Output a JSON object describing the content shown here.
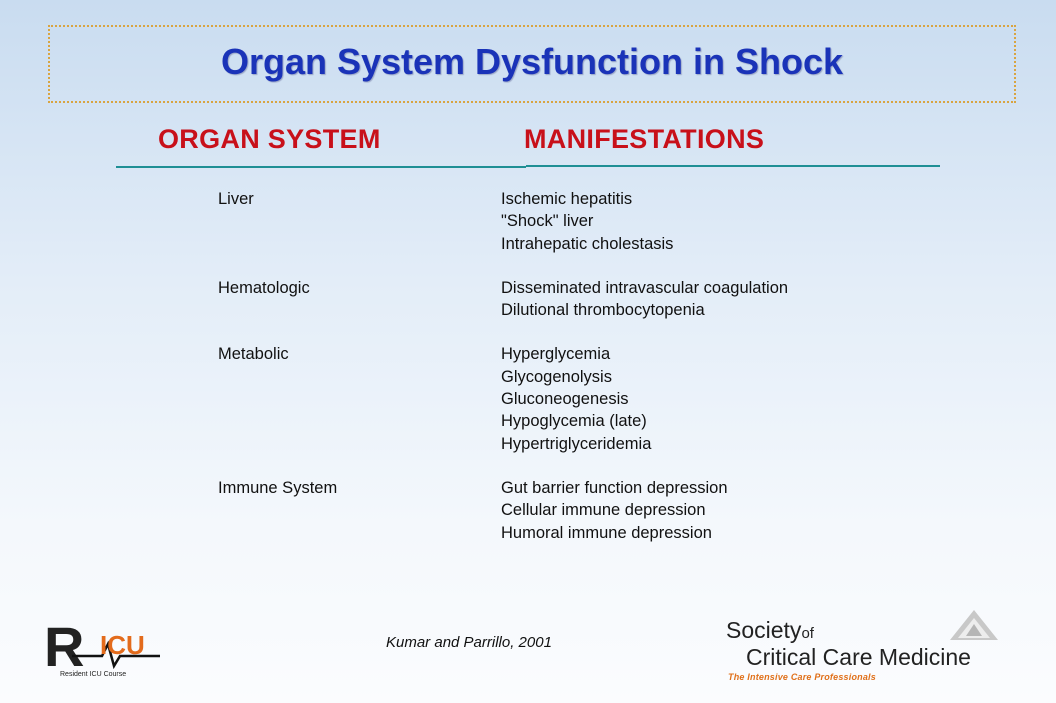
{
  "slide": {
    "title": "Organ System Dysfunction in Shock",
    "column_headers": {
      "organ": "ORGAN SYSTEM",
      "manifestations": "MANIFESTATIONS"
    },
    "rows": [
      {
        "organ": "Liver",
        "manifestations": [
          "Ischemic hepatitis",
          "\"Shock\" liver",
          "Intrahepatic cholestasis"
        ]
      },
      {
        "organ": "Hematologic",
        "manifestations": [
          "Disseminated intravascular coagulation",
          "Dilutional thrombocytopenia"
        ]
      },
      {
        "organ": "Metabolic",
        "manifestations": [
          "Hyperglycemia",
          "Glycogenolysis",
          "Gluconeogenesis",
          "Hypoglycemia (late)",
          "Hypertriglyceridemia"
        ]
      },
      {
        "organ": "Immune System",
        "manifestations": [
          "Gut barrier function depression",
          "Cellular immune depression",
          "Humoral immune depression"
        ]
      }
    ],
    "citation": "Kumar and Parrillo, 2001"
  },
  "logos": {
    "ricu": {
      "letter": "R",
      "mark": "ICU",
      "caption": "Resident ICU Course"
    },
    "sccm": {
      "line1": "Society",
      "line1_of": "of",
      "line2": "Critical Care Medicine",
      "tagline": "The Intensive Care Professionals"
    }
  },
  "colors": {
    "title": "#1a33b8",
    "headers": "#c8101a",
    "rule": "#1f8f95",
    "title_border": "#d9a441",
    "tagline": "#e0701a"
  }
}
